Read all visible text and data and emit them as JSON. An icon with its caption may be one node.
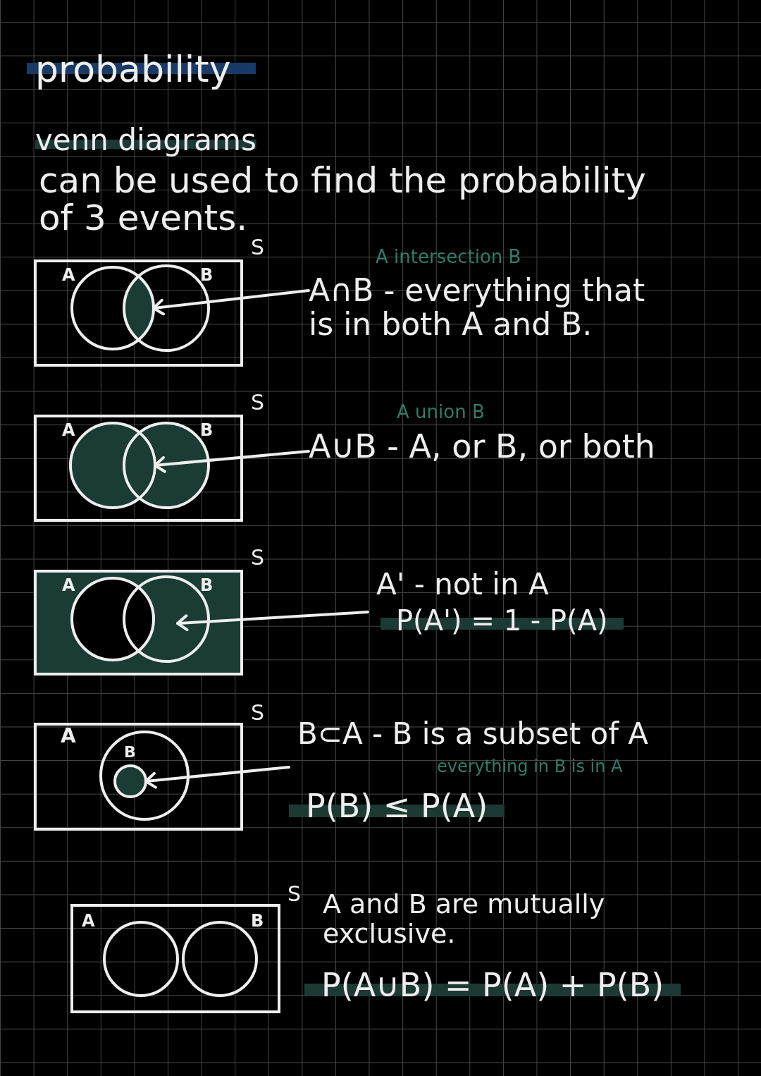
{
  "diagram": {
    "title": "probability",
    "nodes": [
      {
        "text": [
          "S"
        ]
      },
      {
        "text": [
          "A"
        ],
        "in": 0
      },
      {
        "text": [
          "B"
        ],
        "in": 0
      },
      {
        "text": [],
        "shape": "lens"
      },
      {
        "text": [
          "A∩B - everything that is in both A and B."
        ],
        "beside": [
          "A intersection B"
        ]
      },
      {
        "text": [
          "S"
        ]
      },
      {
        "text": [
          "A"
        ],
        "in": 5
      },
      {
        "text": [
          "B"
        ],
        "in": 5
      },
      {
        "text": [
          "A∪B - A, or B, or both"
        ],
        "beside": [
          "A union B"
        ]
      },
      {
        "text": [
          "S"
        ]
      },
      {
        "text": [
          "A"
        ],
        "in": 9
      },
      {
        "text": [
          "B"
        ],
        "in": 9
      },
      {
        "text": [
          "A' - not in A",
          "P(A') = 1 - P(A)"
        ]
      },
      {
        "text": [
          "S"
        ]
      },
      {
        "text": [
          "A"
        ],
        "in": 13
      },
      {
        "text": [
          "B"
        ],
        "in": 14
      },
      {
        "text": [
          "B⊂A - B is a subset of A",
          "everything in B is in A",
          "P(B) ≤ P(A)"
        ]
      },
      {
        "text": [
          "S"
        ]
      },
      {
        "text": [
          "A"
        ],
        "in": 17
      },
      {
        "text": [
          "B"
        ],
        "in": 17
      }
    ],
    "edges": [
      {
        "from": 4,
        "to": 3,
        "arrow": "to"
      },
      {
        "from": 8,
        "to": 6,
        "arrow": "to"
      },
      {
        "from": 12,
        "to": 11,
        "arrow": "to"
      },
      {
        "from": 16,
        "to": 15,
        "arrow": "to"
      }
    ],
    "labels": [
      "venn diagrams",
      "can be used to find the probability of 3 events.",
      "A and B are mutually exclusive.",
      "P(A∪B) = P(A) + P(B)"
    ]
  }
}
